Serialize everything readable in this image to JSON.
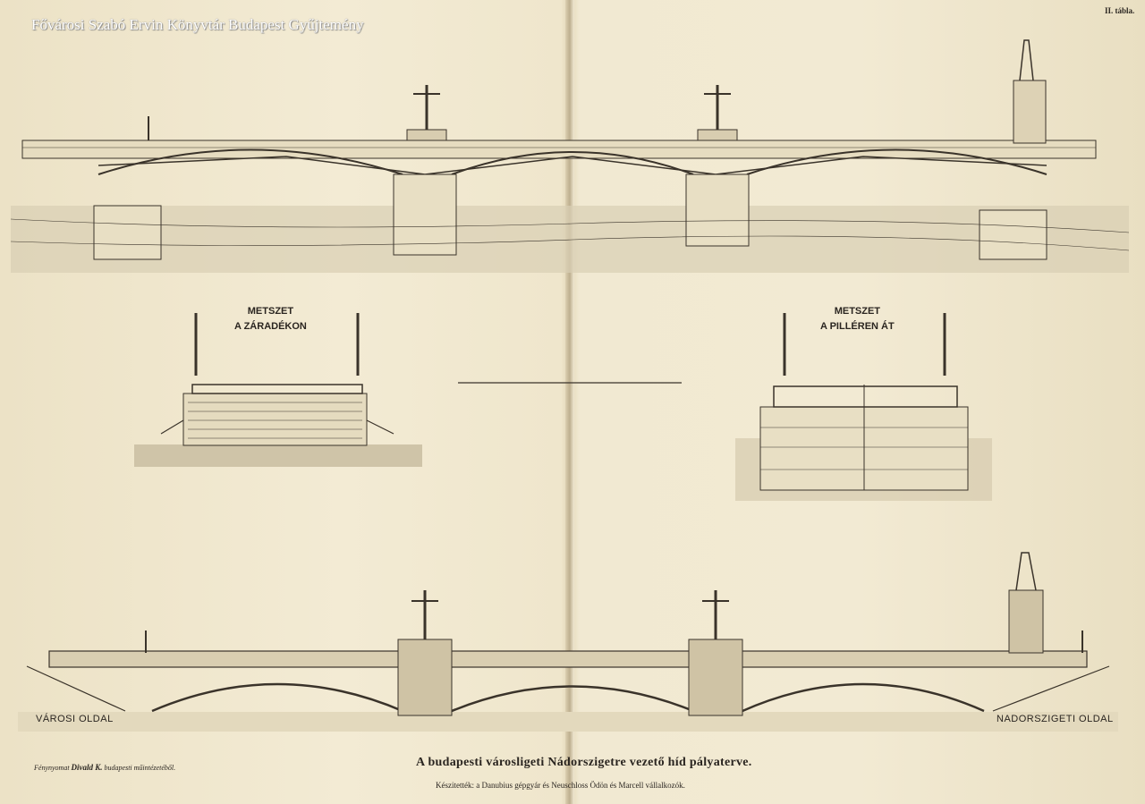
{
  "watermark": "Fővárosi Szabó Ervin Könyvtár Budapest Gyűjtemény",
  "plate_number": "II. tábla.",
  "sections": [
    {
      "line1": "METSZET",
      "line2": "A ZÁRADÉKON"
    },
    {
      "line1": "METSZET",
      "line2": "A PILLÉREN ÁT"
    }
  ],
  "side_labels": {
    "left": "VÁROSI OLDAL",
    "right": "NADORSZIGETI OLDAL"
  },
  "credit": {
    "prefix": "Fénynyomat",
    "name": "Divald K.",
    "suffix": "budapesti műintézetéből."
  },
  "title": "A budapesti városligeti Nádorszigetre vezető híd pályaterve.",
  "subtitle": "Készitették: a Danubius gépgyár és Neuschloss Ödön és Marcell vállalkozók."
}
